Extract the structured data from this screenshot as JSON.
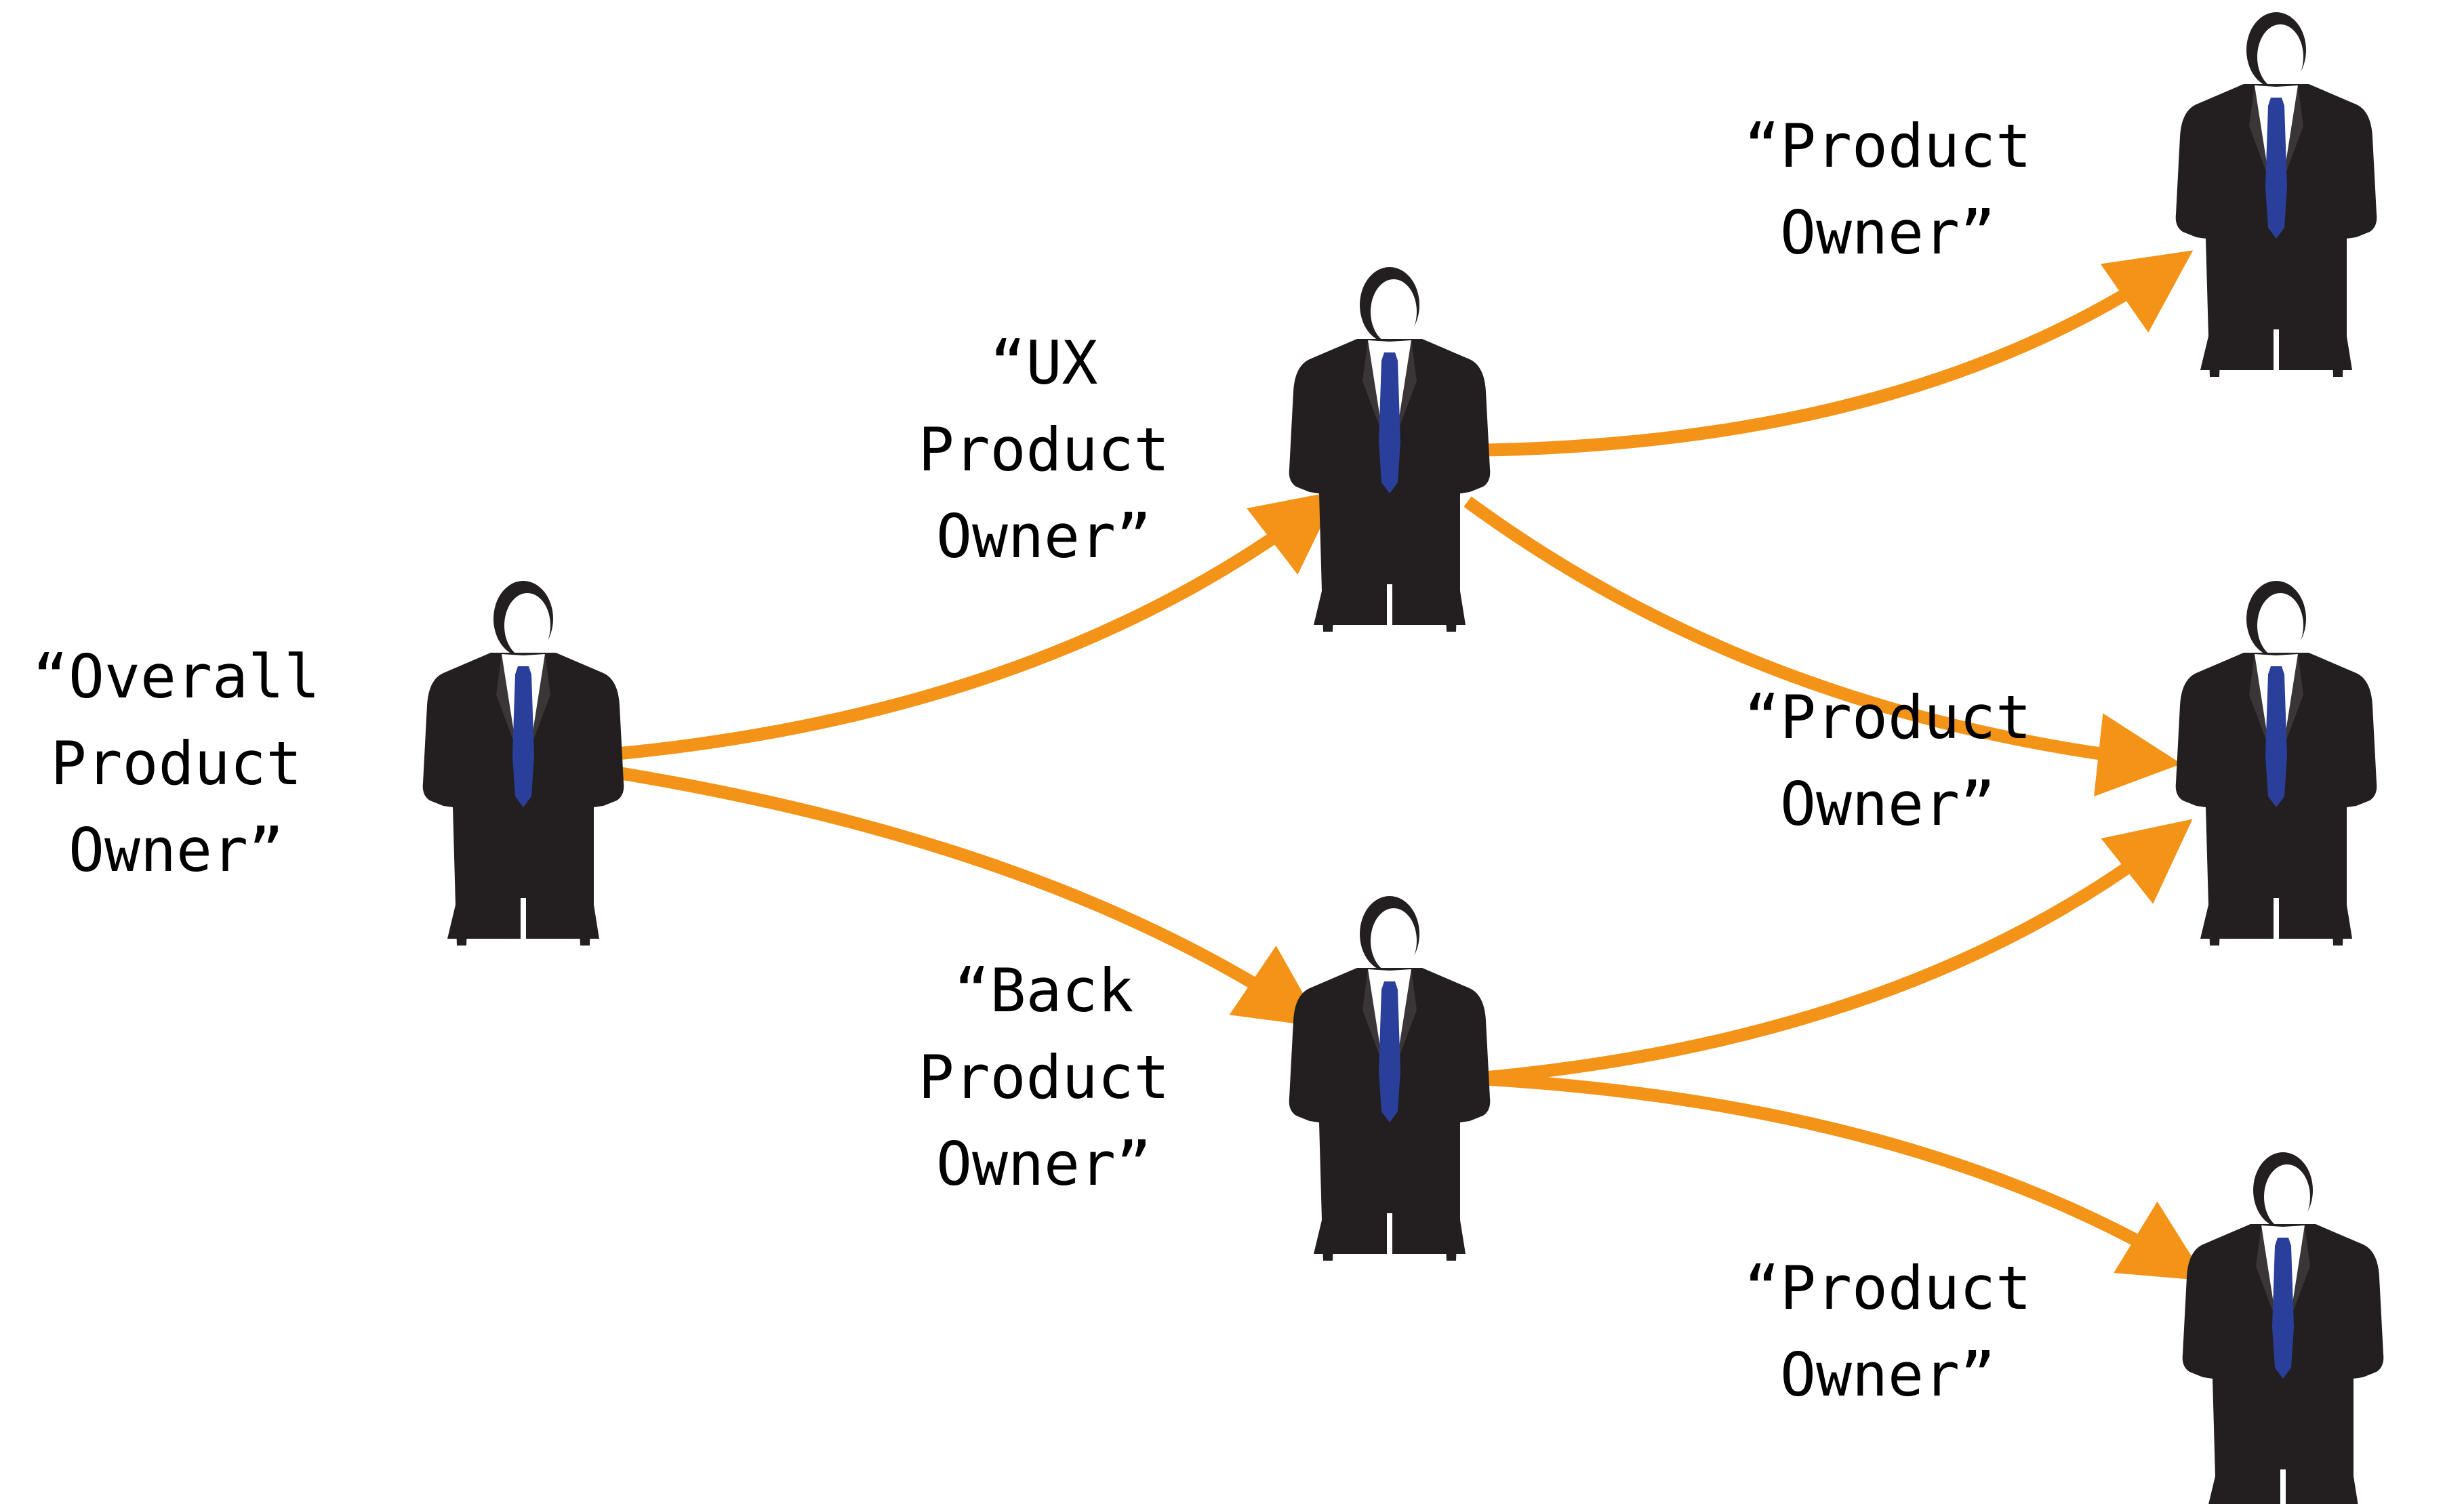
{
  "colors": {
    "arrow": "#f39419",
    "suit": "#231f20",
    "tie": "#2a3f9a",
    "face": "#ffffff"
  },
  "icon": "businessman-icon",
  "labels": {
    "overall": [
      "“Overall",
      "Product",
      "Owner”"
    ],
    "ux": [
      "“UX",
      "Product",
      "Owner”"
    ],
    "back": [
      "“Back",
      "Product",
      "Owner”"
    ],
    "po1": [
      "“Product",
      "Owner”"
    ],
    "po2": [
      "“Product",
      "Owner”"
    ],
    "po3": [
      "“Product",
      "Owner”"
    ]
  }
}
